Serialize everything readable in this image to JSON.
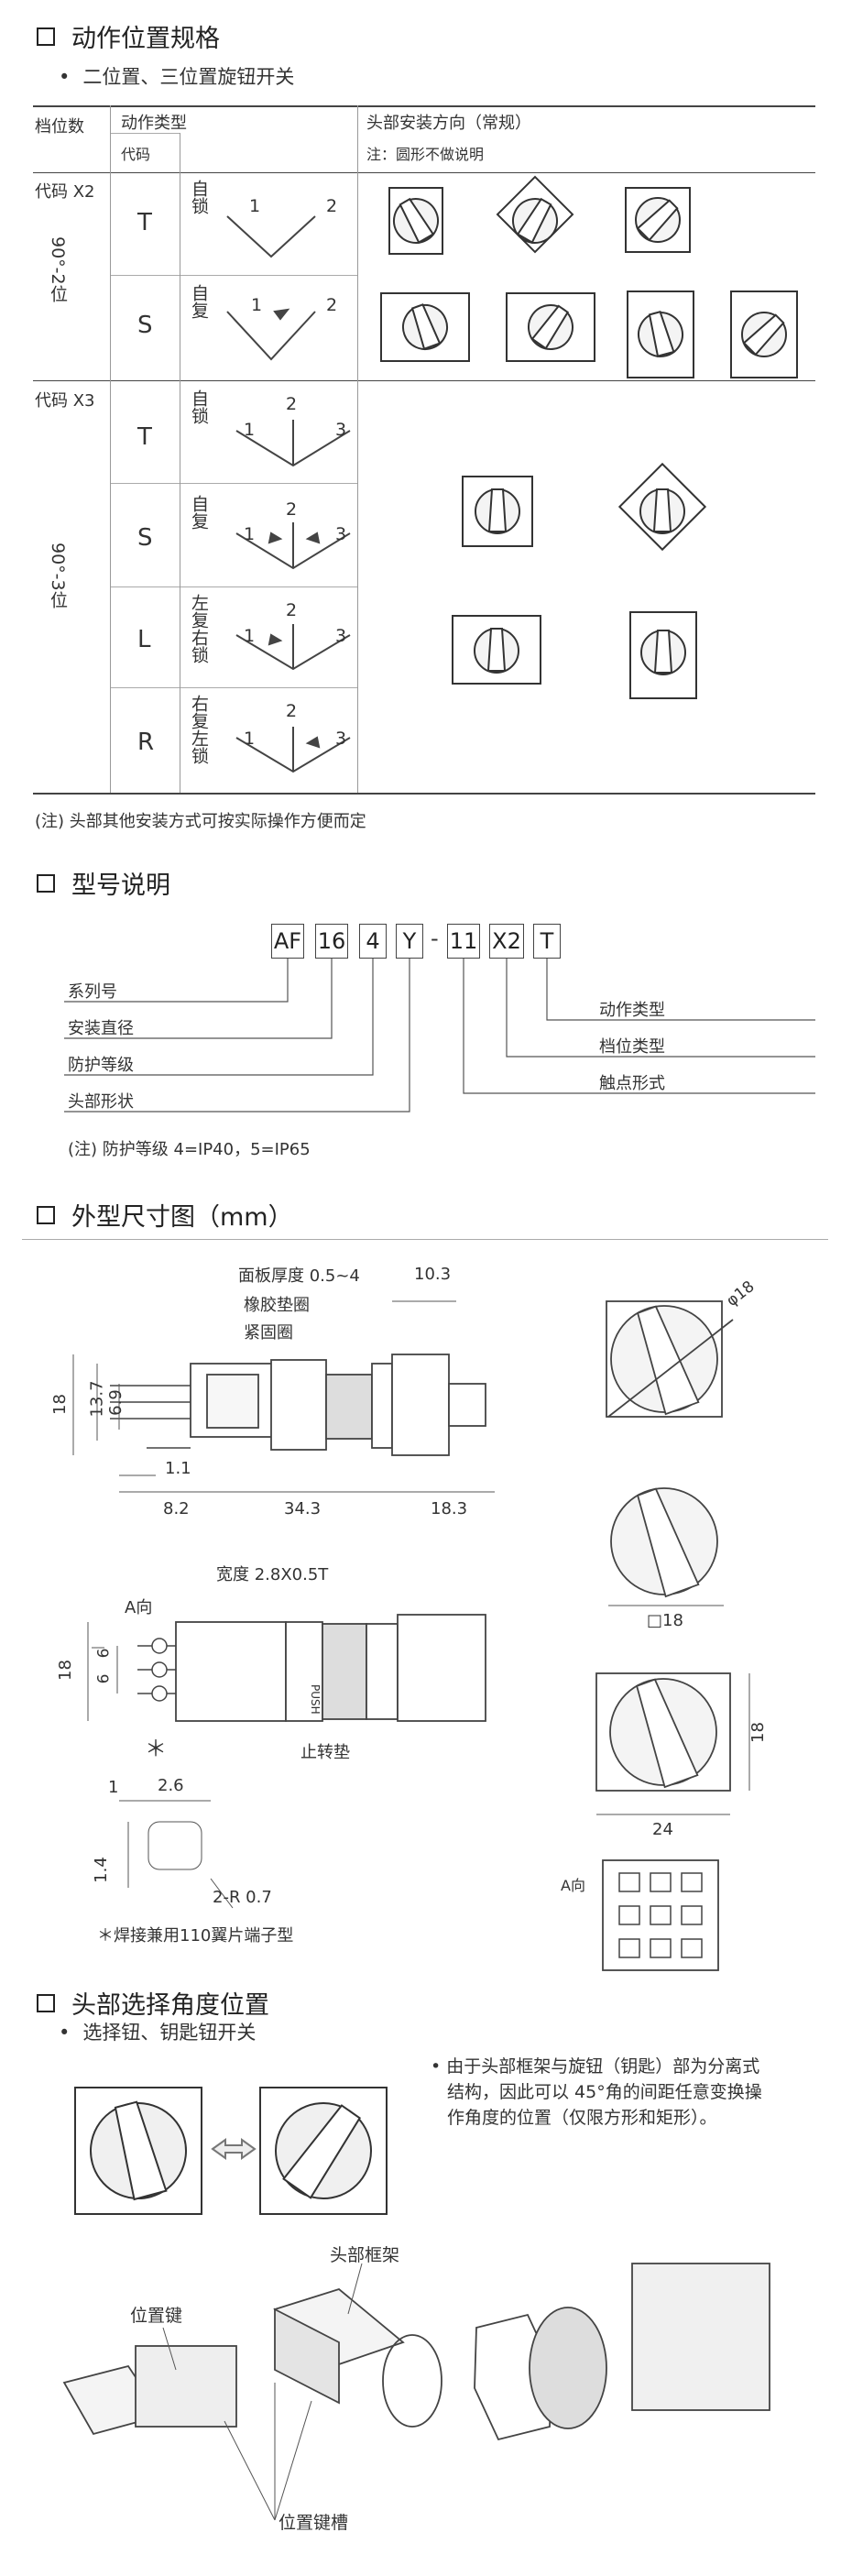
{
  "s1": {
    "title": "动作位置规格",
    "bullet": "二位置、三位置旋钮开关",
    "hdr_positions": "档位数",
    "hdr_action": "动作类型",
    "hdr_code": "代码",
    "hdr_head": "头部安装方向（常规）",
    "hdr_note": "注：圆形不做说明",
    "x2_code": "代码 X2",
    "x2_angle": "90°-2位",
    "x3_code": "代码 X3",
    "x3_angle": "90°-3位",
    "rows": [
      {
        "code": "T",
        "desc": "自锁"
      },
      {
        "code": "S",
        "desc": "自复"
      },
      {
        "code": "T",
        "desc": "自锁"
      },
      {
        "code": "S",
        "desc": "自复"
      },
      {
        "code": "L",
        "desc": "左复右锁"
      },
      {
        "code": "R",
        "desc": "右复左锁"
      }
    ],
    "n1": "1",
    "n2": "2",
    "n3": "3",
    "footnote": "(注) 头部其他安装方式可按实际操作方便而定"
  },
  "s2": {
    "title": "型号说明",
    "parts": [
      "AF",
      "16",
      "4",
      "Y",
      "-",
      "11",
      "X2",
      "T"
    ],
    "labels_left": [
      "系列号",
      "安装直径",
      "防护等级",
      "头部形状"
    ],
    "labels_right": [
      "动作类型",
      "档位类型",
      "触点形式"
    ],
    "note": "(注) 防护等级 4=IP40，5=IP65"
  },
  "s3": {
    "title": "外型尺寸图（mm）",
    "panel": "面板厚度 0.5~4",
    "rubber": "橡胶垫圈",
    "ring": "紧固圈",
    "d103": "10.3",
    "d18": "18",
    "d137": "13.7",
    "d69": "6.9",
    "d11": "1.1",
    "d82": "8.2",
    "d343": "34.3",
    "d183": "18.3",
    "width": "宽度 2.8X0.5T",
    "aview": "A向",
    "d6": "6",
    "stop": "止转垫",
    "d1": "1",
    "d26": "2.6",
    "d14": "1.4",
    "r07": "2-R 0.7",
    "weld": "焊接兼用110翼片端子型",
    "star": "＊",
    "phi18": "φ18",
    "sq18": "□18",
    "d24": "24",
    "push": "PUSH"
  },
  "s4": {
    "title": "头部选择角度位置",
    "bullet": "选择钮、钥匙钮开关",
    "desc": [
      "由于头部框架与旋钮（钥匙）部为分离式",
      "结构，因此可以 45°角的间距任意变换操",
      "作角度的位置（仅限方形和矩形）。"
    ],
    "frame": "头部框架",
    "key": "位置键",
    "slot": "位置键槽"
  }
}
